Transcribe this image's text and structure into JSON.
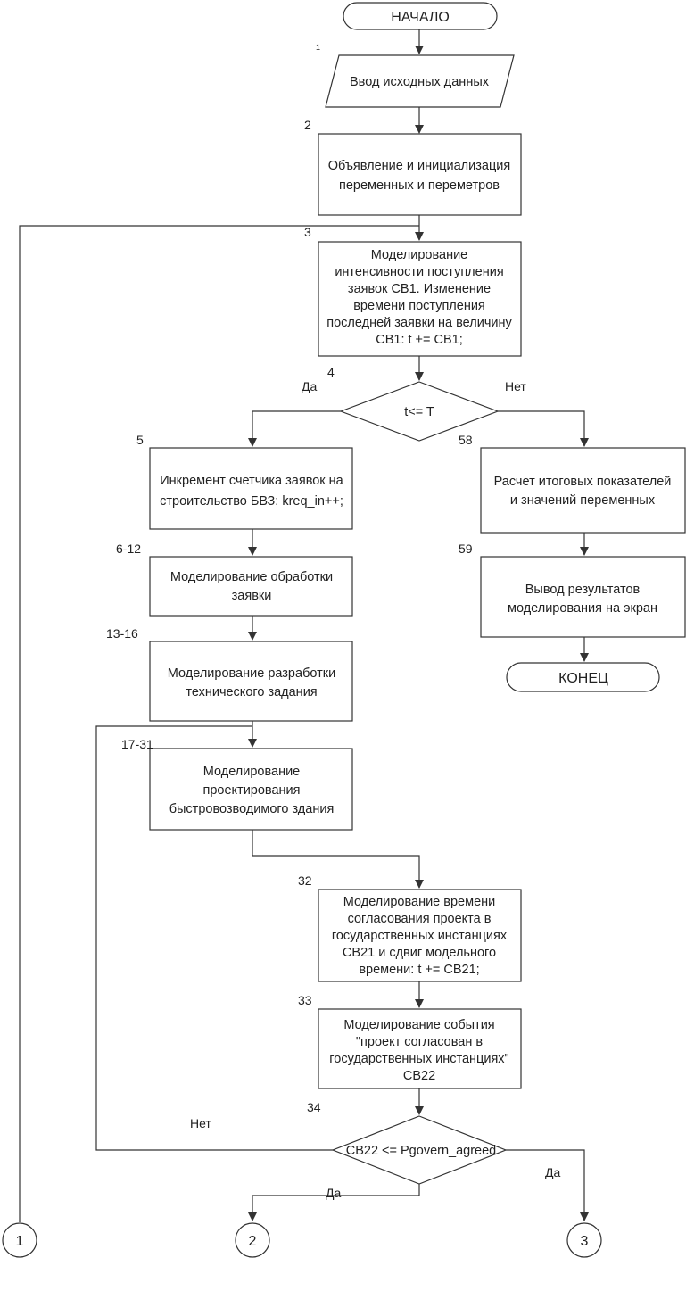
{
  "nodes": {
    "start": {
      "text": "НАЧАЛО"
    },
    "b1": {
      "num": "1",
      "lines": [
        "Ввод исходных данных"
      ]
    },
    "b2": {
      "num": "2",
      "lines": [
        "Объявление и инициализация",
        "переменных и переметров"
      ]
    },
    "b3": {
      "num": "3",
      "lines": [
        "Моделирование",
        "интенсивности поступления",
        "заявок СВ1. Изменение",
        "времени поступления",
        "последней заявки на величину",
        "СВ1: t += СВ1;"
      ]
    },
    "d4": {
      "num": "4",
      "lines": [
        "t<= T"
      ],
      "yes": "Да",
      "no": "Нет"
    },
    "b5": {
      "num": "5",
      "lines": [
        "Инкремент счетчика заявок на",
        "строительство БВЗ: kreq_in++;"
      ]
    },
    "b6": {
      "num": "6-12",
      "lines": [
        "Моделирование обработки",
        "заявки"
      ]
    },
    "b13": {
      "num": "13-16",
      "lines": [
        "Моделирование разработки",
        "технического задания"
      ]
    },
    "b17": {
      "num": "17-31",
      "lines": [
        "Моделирование",
        "проектирования",
        "быстровозводимого здания"
      ]
    },
    "b32": {
      "num": "32",
      "lines": [
        "Моделирование времени",
        "согласования проекта в",
        "государственных инстанциях",
        "СВ21 и сдвиг модельного",
        "времени: t += СВ21;"
      ]
    },
    "b33": {
      "num": "33",
      "lines": [
        "Моделирование события",
        "\"проект согласован в",
        "государственных инстанциях\"",
        "СВ22"
      ]
    },
    "d34": {
      "num": "34",
      "lines": [
        "СВ22 <= Pgovern_agreed"
      ],
      "yes": "Да",
      "no": "Нет",
      "yes2": "Да"
    },
    "b58": {
      "num": "58",
      "lines": [
        "Расчет итоговых показателей",
        "и значений переменных"
      ]
    },
    "b59": {
      "num": "59",
      "lines": [
        "Вывод результатов",
        "моделирования на экран"
      ]
    },
    "end": {
      "text": "КОНЕЦ"
    }
  },
  "connectors": {
    "c1": "1",
    "c2": "2",
    "c3": "3"
  }
}
